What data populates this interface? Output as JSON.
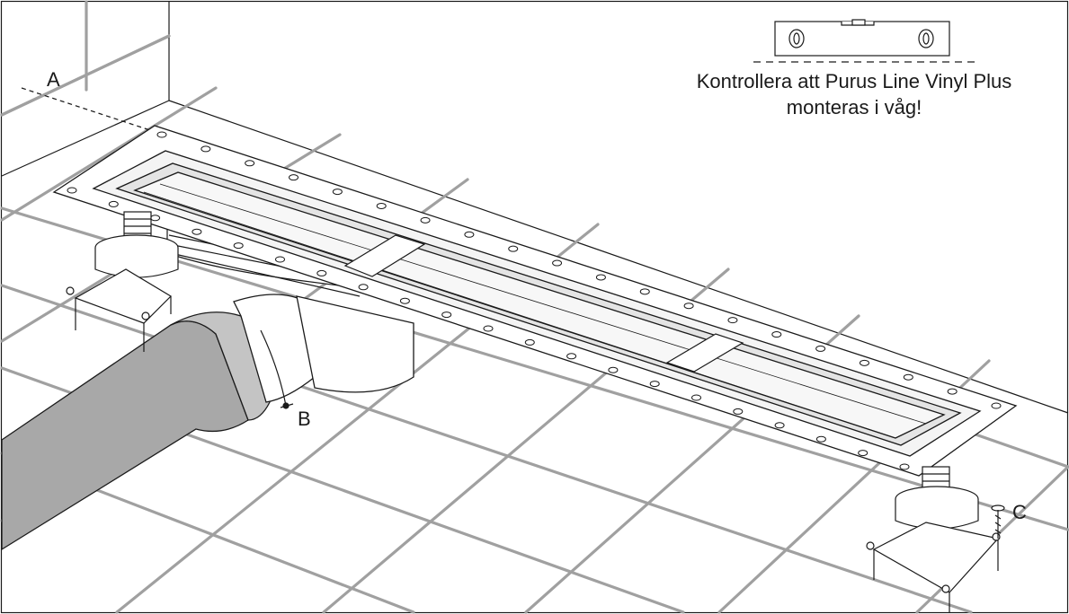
{
  "instruction": {
    "line1": "Kontrollera att Purus Line Vinyl Plus",
    "line2": "monteras i våg!"
  },
  "labels": {
    "a": "A",
    "b": "B",
    "c": "C"
  },
  "colors": {
    "tile_grid": "#9a9a9a",
    "line": "#1a1a1a",
    "pipe": "#a8a8a8",
    "frame": "#ffffff"
  },
  "icons": [
    "spirit-level-icon"
  ]
}
